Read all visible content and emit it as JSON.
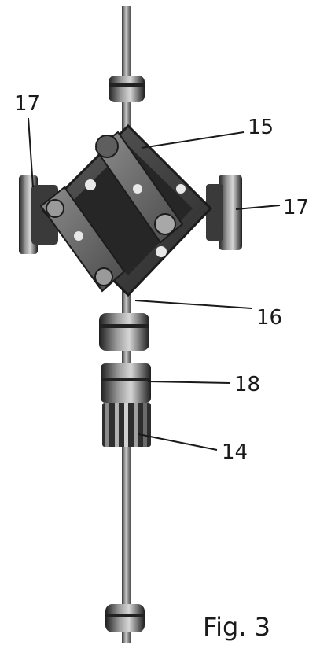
{
  "figure": {
    "caption": "Fig. 3",
    "callouts": [
      "17",
      "15",
      "17",
      "16",
      "18",
      "14"
    ],
    "colors": {
      "metal_dark": "#2a2a2a",
      "metal_mid": "#6f6f6f",
      "metal_light": "#b9b9b9",
      "ink": "#1a1a1a"
    }
  }
}
